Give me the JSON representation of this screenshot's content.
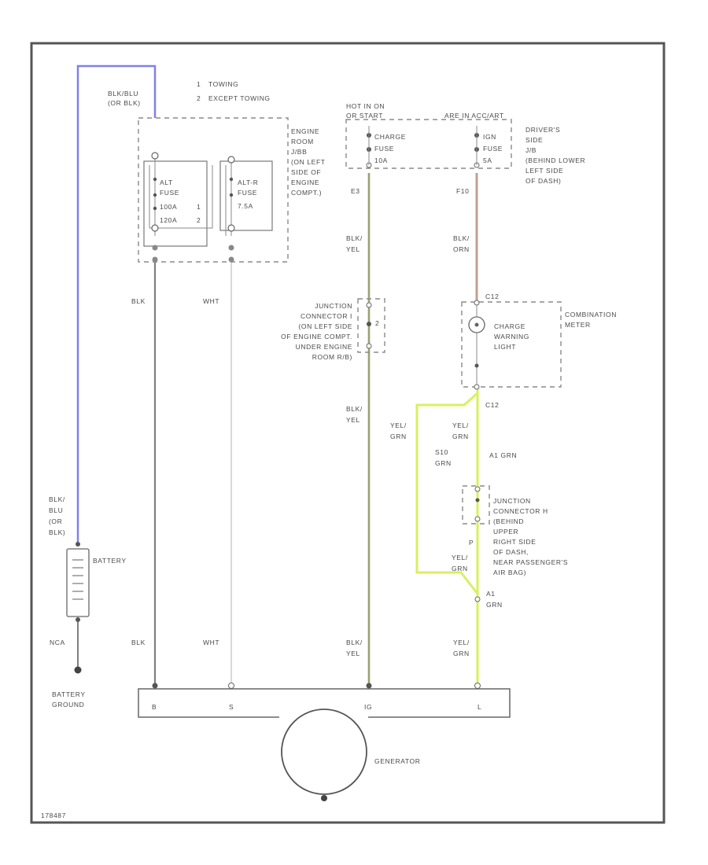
{
  "legend": {
    "n1": "1",
    "t1": "TOWING",
    "n2": "2",
    "t2": "EXCEPT TOWING"
  },
  "wire_colors": {
    "blu": "#8080e8",
    "blk": "#808080",
    "wht": "#d0d0d0",
    "yel": "#b8c890",
    "orn": "#c0a090",
    "grn": "#d8f060"
  },
  "labels": {
    "blkblu_top": [
      "BLK/BLU",
      "(OR BLK)"
    ],
    "engine_room_jb": [
      "ENGINE",
      "ROOM",
      "J/BB",
      "(ON LEFT",
      "SIDE OF",
      "ENGINE",
      "COMPT.)"
    ],
    "alt_fuse": [
      "ALT",
      "FUSE",
      "100A",
      "120A"
    ],
    "alt_fuse_nums": [
      "1",
      "2"
    ],
    "altr_fuse": [
      "ALT-R",
      "FUSE",
      "7.5A"
    ],
    "hot_in_on": [
      "HOT IN ON",
      "OR START"
    ],
    "hot_acc": "ARE IN ACC/ART",
    "charge_fuse": [
      "CHARGE",
      "FUSE",
      "10A"
    ],
    "ign_fuse": [
      "IGN",
      "FUSE",
      "5A"
    ],
    "drivers_side_jb": [
      "DRIVER'S",
      "SIDE",
      "J/B",
      "(BEHIND LOWER",
      "LEFT SIDE",
      "OF DASH)"
    ],
    "e3": "E3",
    "f10": "F10",
    "blk_yel_1": [
      "BLK/",
      "YEL"
    ],
    "blk_orn": [
      "BLK/",
      "ORN"
    ],
    "junction_connector_i": [
      "JUNCTION",
      "CONNECTOR I",
      "(ON LEFT SIDE",
      "OF ENGINE COMPT.",
      "UNDER ENGINE",
      "ROOM R/B)"
    ],
    "junction_i_pin": "2",
    "c12_top": "C12",
    "combination_meter": [
      "COMBINATION",
      "METER"
    ],
    "charge_warning": [
      "CHARGE",
      "WARNING",
      "LIGHT"
    ],
    "c12_bottom": "C12",
    "blk_yel_2": [
      "BLK/",
      "YEL"
    ],
    "yel_grn_left": [
      "YEL/",
      "GRN"
    ],
    "yel_grn_mid": [
      "YEL/",
      "GRN"
    ],
    "s10_grn": [
      "S10",
      "GRN"
    ],
    "a_grn_1": "A1 GRN",
    "junction_connector_h": [
      "JUNCTION",
      "CONNECTOR H",
      "(BEHIND",
      "UPPER",
      "RIGHT SIDE",
      "OF DASH,",
      "NEAR PASSENGER'S",
      "AIR BAG)"
    ],
    "junction_h_pin": "P",
    "yel_grn_lower": [
      "YEL/",
      "GRN"
    ],
    "a1_grn_2": [
      "A1",
      "GRN"
    ],
    "blk_blu_battery": [
      "BLK/",
      "BLU",
      "(OR",
      "BLK)"
    ],
    "battery": "BATTERY",
    "nca": "NCA",
    "blk_mid": "BLK",
    "wht_mid": "WHT",
    "blk_low": "BLK",
    "wht_low": "WHT",
    "blk_yel_low": [
      "BLK/",
      "YEL"
    ],
    "yel_grn_low": [
      "YEL/",
      "GRN"
    ],
    "battery_ground": [
      "BATTERY",
      "GROUND"
    ],
    "terminals": [
      "B",
      "S",
      "IG",
      "L"
    ],
    "generator": "GENERATOR",
    "figure_id": "178487"
  }
}
